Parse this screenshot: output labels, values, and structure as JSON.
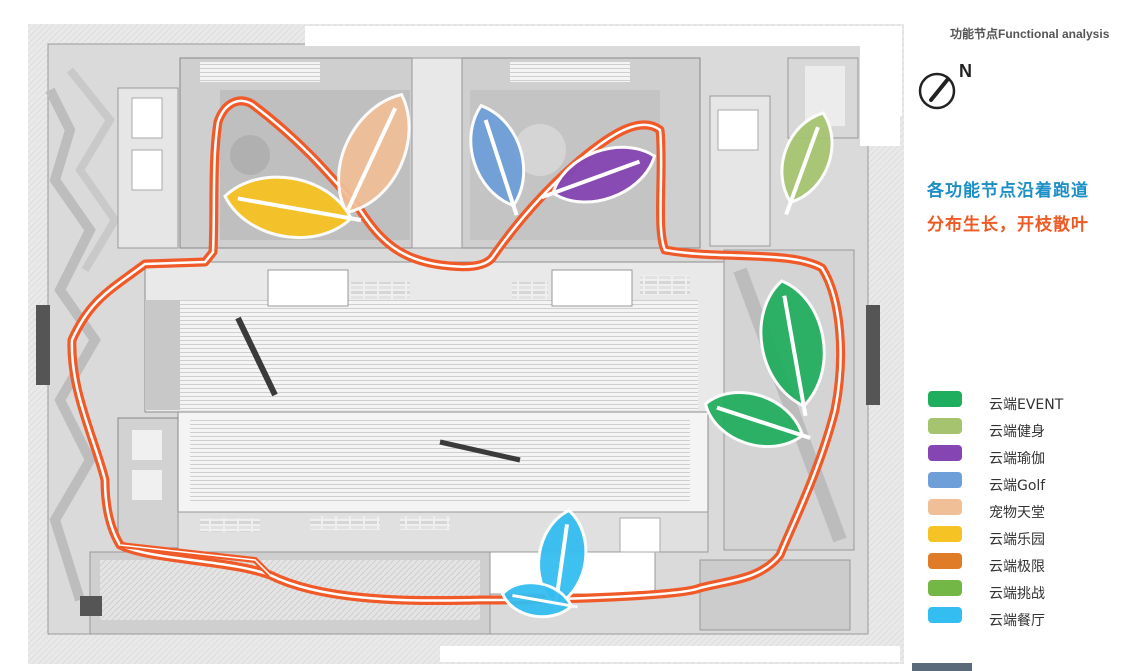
{
  "header": {
    "title": "功能节点Functional analysis",
    "north_label": "N"
  },
  "headline": {
    "line1": "各功能节点沿着跑道",
    "line2": "分布生长，开枝散叶"
  },
  "colors": {
    "track": "#f05a28",
    "headline1": "#1b8fc6",
    "headline2": "#ee5a24"
  },
  "legend": [
    {
      "label": "云端EVENT",
      "color": "#1fae5e"
    },
    {
      "label": "云端健身",
      "color": "#a6c46f"
    },
    {
      "label": "云端瑜伽",
      "color": "#8545b3"
    },
    {
      "label": "云端Golf",
      "color": "#6f9fd8"
    },
    {
      "label": "宠物天堂",
      "color": "#f0be97"
    },
    {
      "label": "云端乐园",
      "color": "#f6c324"
    },
    {
      "label": "云端极限",
      "color": "#e07b27"
    },
    {
      "label": "云端挑战",
      "color": "#73b846"
    },
    {
      "label": "云端餐厅",
      "color": "#34bdf0"
    }
  ]
}
